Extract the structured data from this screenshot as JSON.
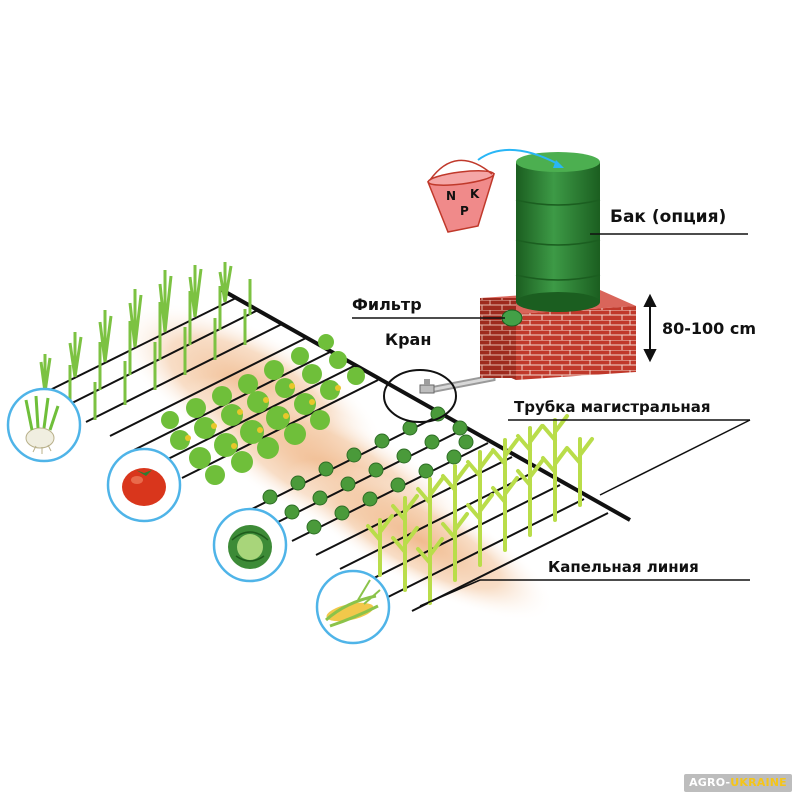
{
  "labels": {
    "tank": "Бак (опция)",
    "filter": "Фильтр",
    "valve": "Кран",
    "height": "80-100 cm",
    "main_pipe": "Трубка магистральная",
    "drip_line": "Капельная линия"
  },
  "bucket": {
    "n": "N",
    "p": "P",
    "k": "K"
  },
  "watermark": {
    "prefix": "AGRO-",
    "suffix": "UKRAINE"
  },
  "crops": [
    "onion-icon",
    "tomato-icon",
    "cabbage-icon",
    "corn-icon"
  ],
  "colors": {
    "tank": "#2e7d32",
    "brick": "#c0392b",
    "pipe": "#111111",
    "soil": "#f3c9a4",
    "foliage": "#7cc242",
    "corn_foliage": "#cde86a"
  }
}
